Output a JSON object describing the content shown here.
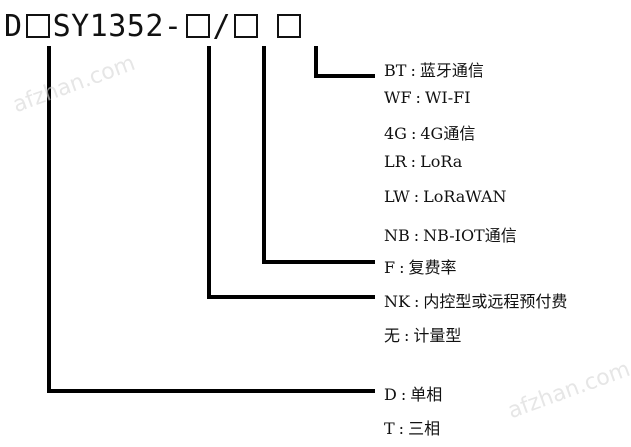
{
  "model": {
    "prefix": "D",
    "middle": "SY1352-",
    "slash": "/"
  },
  "options": [
    {
      "code": "BT",
      "desc": "蓝牙通信"
    },
    {
      "code": "WF",
      "desc": "WI-FI"
    },
    {
      "code": "4G",
      "desc": "4G通信"
    },
    {
      "code": "LR",
      "desc": "LoRa"
    },
    {
      "code": "LW",
      "desc": "LoRaWAN"
    },
    {
      "code": "NB",
      "desc": "NB-IOT通信"
    },
    {
      "code": "F",
      "desc": "复费率"
    },
    {
      "code": "NK",
      "desc": "内控型或远程预付费"
    },
    {
      "code": "无",
      "desc": "计量型"
    },
    {
      "code": "D",
      "desc": "单相"
    },
    {
      "code": "T",
      "desc": "三相"
    }
  ],
  "separator": ":",
  "watermarks": [
    "afzhan.com",
    "afzhan.com"
  ],
  "colors": {
    "line": "#000000",
    "text": "#111111"
  }
}
